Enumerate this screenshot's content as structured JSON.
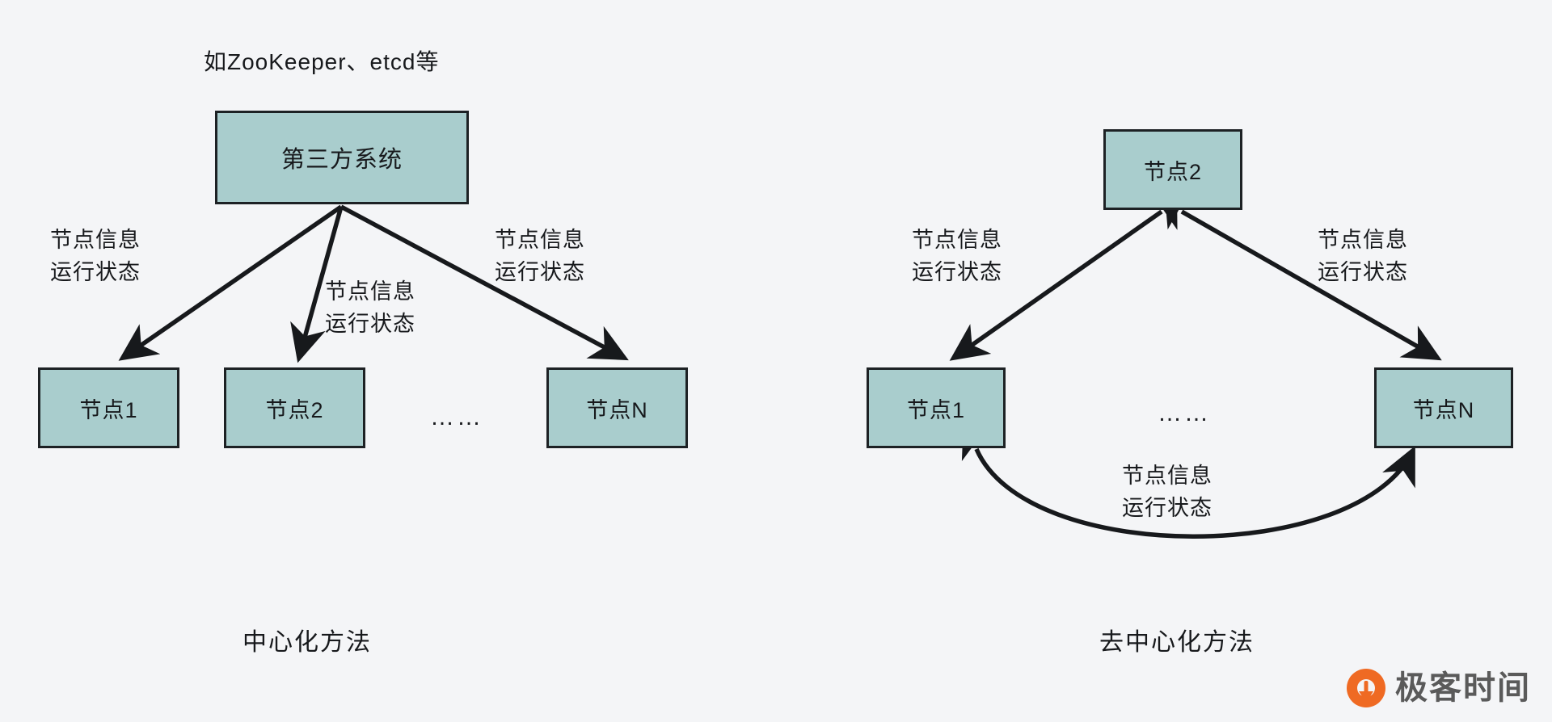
{
  "canvas": {
    "background_color": "#f4f5f7",
    "box_fill_color": "#a9cdcd",
    "box_border_color": "#1d2124",
    "arrow_color": "#17191c",
    "logo_color": "#ef6a23"
  },
  "left_diagram": {
    "title": "中心化方法",
    "note": "如ZooKeeper、etcd等",
    "root_box": "第三方系统",
    "ellipsis": "……",
    "nodes": [
      {
        "label": "节点1"
      },
      {
        "label": "节点2"
      },
      {
        "label": "节点N"
      }
    ],
    "edge_labels": [
      {
        "line1": "节点信息",
        "line2": "运行状态"
      },
      {
        "line1": "节点信息",
        "line2": "运行状态"
      },
      {
        "line1": "节点信息",
        "line2": "运行状态"
      }
    ]
  },
  "right_diagram": {
    "title": "去中心化方法",
    "top_node": "节点2",
    "ellipsis": "……",
    "nodes": [
      {
        "label": "节点1"
      },
      {
        "label": "节点N"
      }
    ],
    "edge_labels": [
      {
        "line1": "节点信息",
        "line2": "运行状态"
      },
      {
        "line1": "节点信息",
        "line2": "运行状态"
      },
      {
        "line1": "节点信息",
        "line2": "运行状态"
      }
    ]
  },
  "watermark": {
    "text": "极客时间",
    "icon": "geektime-logo-icon"
  }
}
